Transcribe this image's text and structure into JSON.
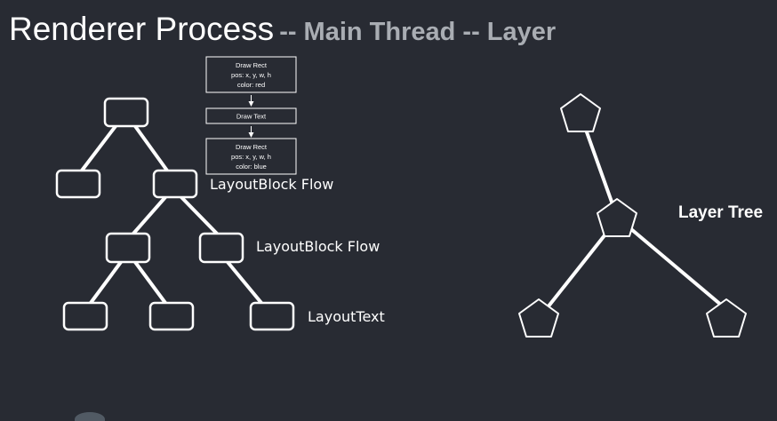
{
  "title": {
    "main": "Renderer Process",
    "sub": "-- Main Thread -- Layer"
  },
  "layout_tree": {
    "labels": {
      "block_flow_1": "LayoutBlock Flow",
      "block_flow_2": "LayoutBlock Flow",
      "text": "LayoutText"
    }
  },
  "paint_ops": [
    {
      "lines": [
        "Draw Rect",
        "pos: x, y, w, h",
        "color: red"
      ]
    },
    {
      "lines": [
        "Draw Text"
      ]
    },
    {
      "lines": [
        "Draw Rect",
        "pos: x, y, w, h",
        "color: blue"
      ]
    }
  ],
  "layer_tree": {
    "label": "Layer Tree"
  },
  "colors": {
    "background": "#282b33",
    "stroke": "#ffffff",
    "subtitle": "#a9adb3",
    "arrow": "#ffffff"
  }
}
